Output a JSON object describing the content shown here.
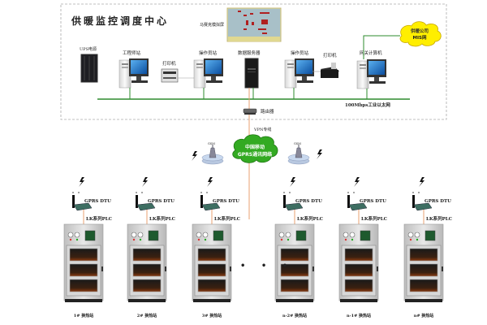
{
  "center": {
    "title": "供暖监控调度中心",
    "mimic_panel_label": "马赛克模拟屏",
    "ups_label": "UPS电源",
    "eng_station_label": "工程师站",
    "printer1_label": "打印机",
    "operator1_label": "操作员站",
    "server_label": "数据服务器",
    "operator2_label": "操作员站",
    "printer2_label": "打印机",
    "gateway_label": "网关计算机",
    "mis_cloud_line1": "供暖公司",
    "mis_cloud_line2": "MIS网",
    "ethernet_label": "100Mbps工业以太网",
    "router_label": "路由器"
  },
  "network": {
    "vpn_label": "VPN专线",
    "gprs_cloud_line1": "中国移动",
    "gprs_cloud_line2": "GPRS通讯网络",
    "tower_label": "GSM"
  },
  "stations": [
    {
      "dtu_label": "GPRS DTU",
      "plc_label": "LK系列PLC",
      "name": "1# 换热站"
    },
    {
      "dtu_label": "GPRS DTU",
      "plc_label": "LK系列PLC",
      "name": "2# 换热站"
    },
    {
      "dtu_label": "GPRS DTU",
      "plc_label": "LK系列PLC",
      "name": "3# 换热站"
    },
    {
      "dtu_label": "GPRS DTU",
      "plc_label": "LK系列PLC",
      "name": "n-2# 换热站"
    },
    {
      "dtu_label": "GPRS DTU",
      "plc_label": "LK系列PLC",
      "name": "n-1# 换热站"
    },
    {
      "dtu_label": "GPRS DTU",
      "plc_label": "LK系列PLC",
      "name": "n# 换热站"
    }
  ],
  "ellipsis": "• • •",
  "colors": {
    "ethernet": "#2e8b2e",
    "vpn_line": "#e8a070",
    "mis_cloud": "#ffee00",
    "gprs_cloud": "#33aa22",
    "monitor": "#1a6fc4"
  }
}
